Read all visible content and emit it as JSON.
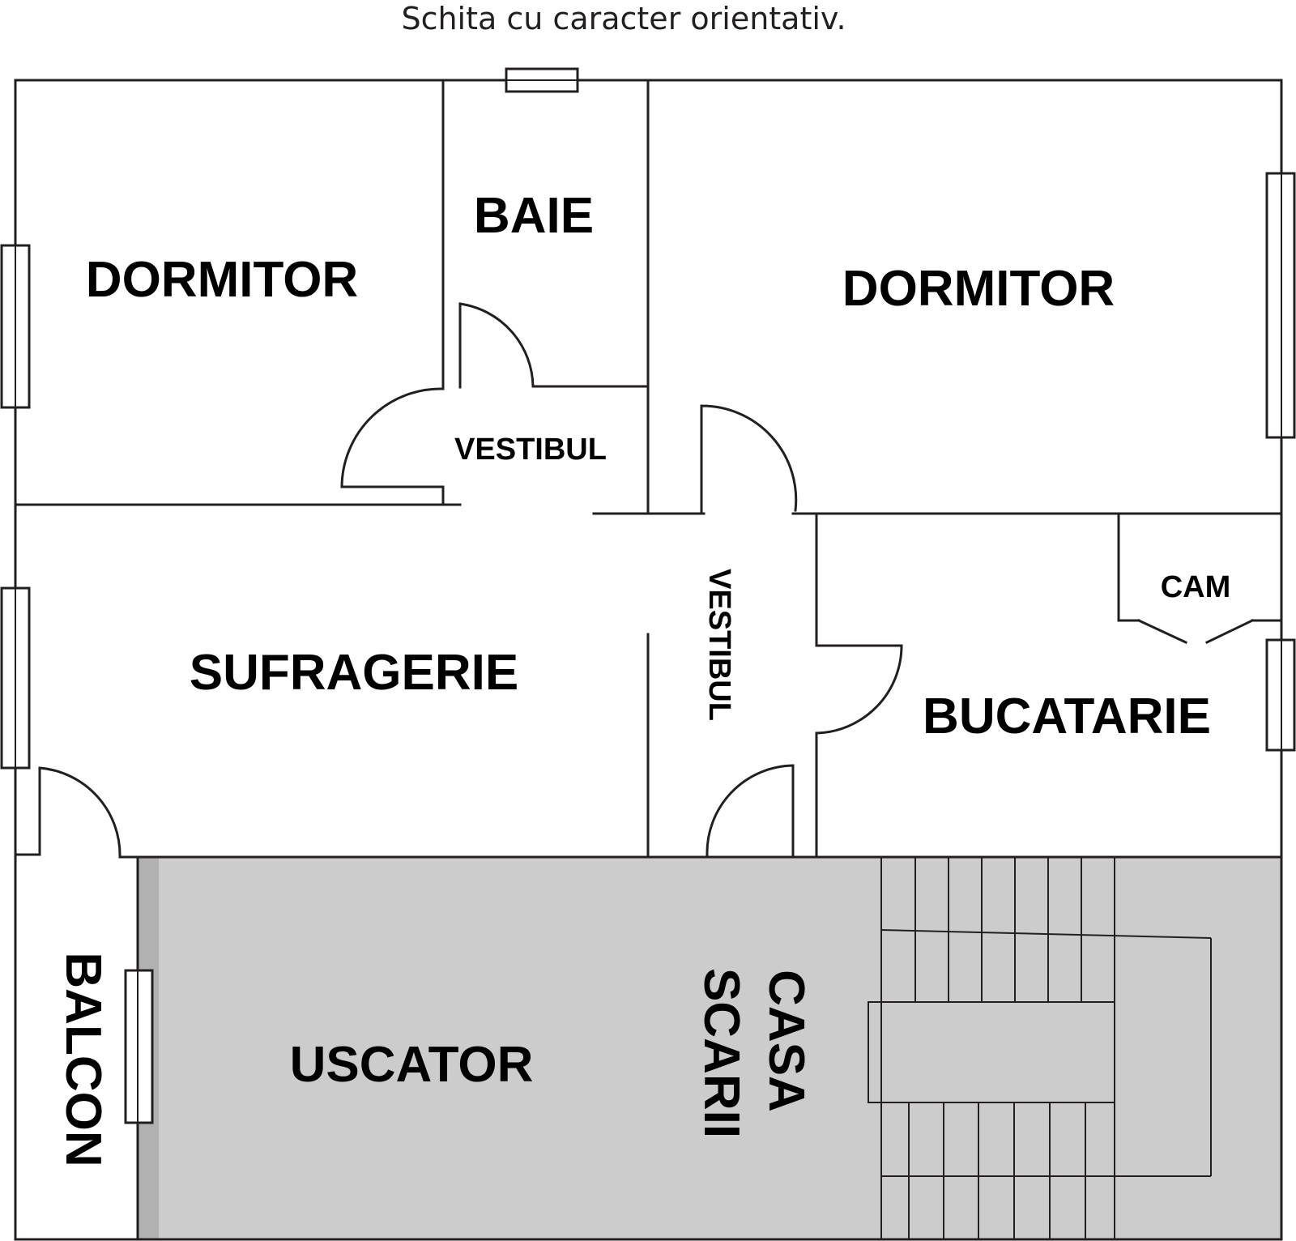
{
  "caption": "Schita cu caracter orientativ.",
  "colors": {
    "line": "#231f20",
    "shaded_area": "#cccccc",
    "background": "#ffffff"
  },
  "rooms": {
    "dormitor_left": "DORMITOR",
    "baie": "BAIE",
    "dormitor_right": "DORMITOR",
    "vestibul_top": "VESTIBUL",
    "vestibul_center": "VESTIBUL",
    "cam": "CAM",
    "sufragerie": "SUFRAGERIE",
    "bucatarie": "BUCATARIE",
    "balcon": "BALCON",
    "uscator": "USCATOR",
    "casa": "CASA",
    "scarii": "SCARII"
  }
}
